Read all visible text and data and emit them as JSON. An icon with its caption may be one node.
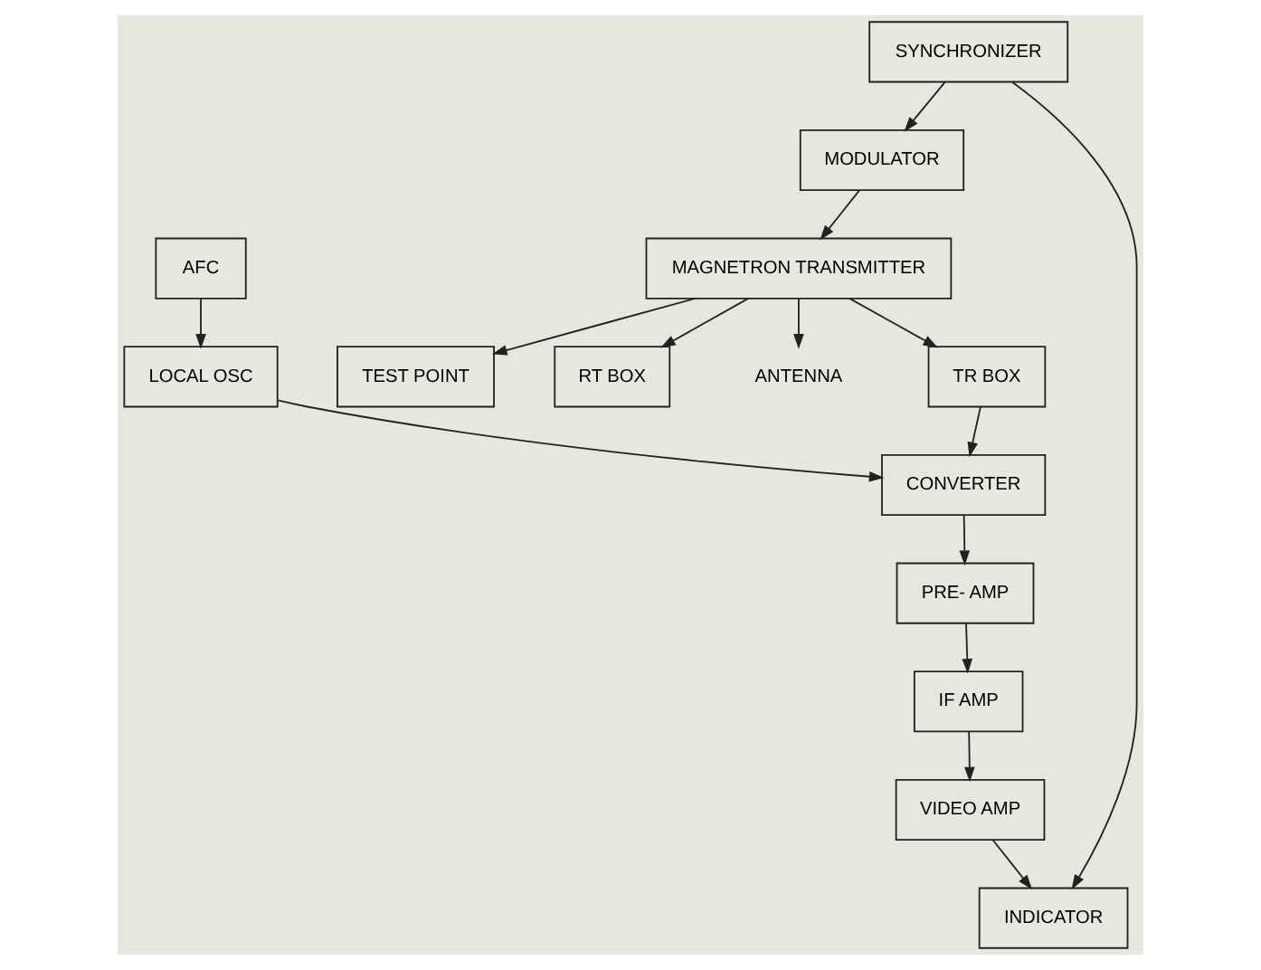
{
  "diagram": {
    "nodes": [
      {
        "text": [
          "RT BOX"
        ]
      },
      {
        "text": [
          "ANTENNA"
        ]
      },
      {
        "text": [
          "TEST POINT"
        ]
      },
      {
        "text": [
          "MAGNETRON TRANSMITTER"
        ]
      },
      {
        "text": [
          "TR BOX"
        ]
      },
      {
        "text": [
          "MODULATOR"
        ]
      },
      {
        "text": [
          "CONVERTER"
        ]
      },
      {
        "text": [
          "LOCAL OSC"
        ]
      },
      {
        "text": [
          "PRE- AMP"
        ]
      },
      {
        "text": [
          "AFC"
        ]
      },
      {
        "text": [
          "SYNCHRONIZER"
        ]
      },
      {
        "text": [
          "IF AMP"
        ]
      },
      {
        "text": [
          "INDICATOR"
        ]
      },
      {
        "text": [
          "VIDEO AMP"
        ]
      }
    ],
    "edges": [
      {
        "from": 3,
        "to": 1,
        "arrow": "to"
      },
      {
        "from": 3,
        "to": 0,
        "arrow": "to"
      },
      {
        "from": 3,
        "to": 4,
        "arrow": "to"
      },
      {
        "from": 3,
        "to": 2,
        "arrow": "to"
      },
      {
        "from": 5,
        "to": 3,
        "arrow": "to"
      },
      {
        "from": 10,
        "to": 5,
        "arrow": "to"
      },
      {
        "from": 10,
        "to": 12,
        "arrow": "to"
      },
      {
        "from": 4,
        "to": 6,
        "arrow": "to"
      },
      {
        "from": 7,
        "to": 6,
        "arrow": "to"
      },
      {
        "from": 9,
        "to": 7,
        "arrow": "to"
      },
      {
        "from": 6,
        "to": 8,
        "arrow": "to"
      },
      {
        "from": 8,
        "to": 11,
        "arrow": "to"
      },
      {
        "from": 11,
        "to": 13,
        "arrow": "to"
      },
      {
        "from": 13,
        "to": 12,
        "arrow": "to"
      }
    ]
  }
}
